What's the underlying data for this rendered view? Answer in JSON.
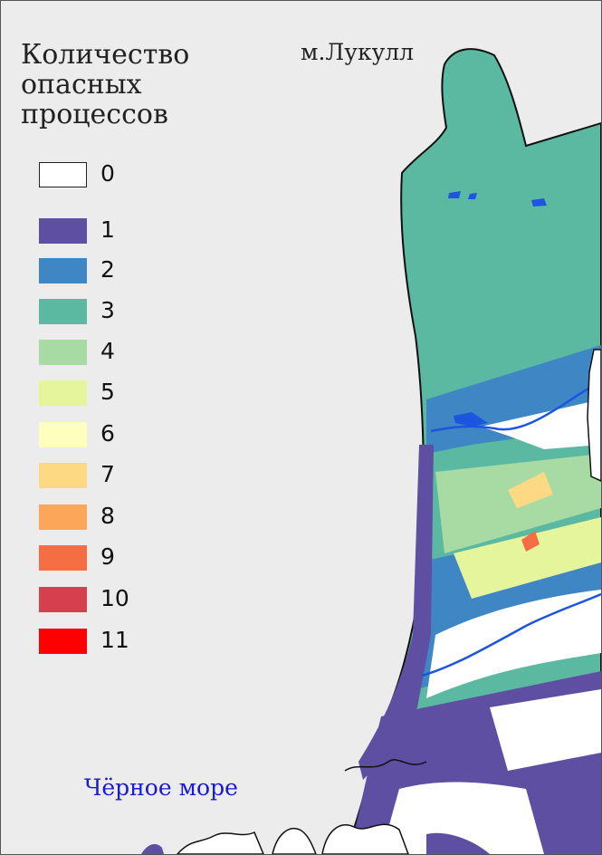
{
  "legend": {
    "title_lines": [
      "Количество",
      "опасных",
      "процессов"
    ],
    "classes": [
      {
        "label": "0",
        "color": "#ffffff"
      },
      {
        "label": "1",
        "color": "#5e4fa2"
      },
      {
        "label": "2",
        "color": "#3e87c4"
      },
      {
        "label": "3",
        "color": "#5ab9a0"
      },
      {
        "label": "4",
        "color": "#a8dba4"
      },
      {
        "label": "5",
        "color": "#e5f59c"
      },
      {
        "label": "6",
        "color": "#fefebe"
      },
      {
        "label": "7",
        "color": "#fdd983"
      },
      {
        "label": "8",
        "color": "#fca65a"
      },
      {
        "label": "9",
        "color": "#f46d43"
      },
      {
        "label": "10",
        "color": "#d6404e"
      },
      {
        "label": "11",
        "color": "#ff0000"
      }
    ]
  },
  "labels": {
    "cape": "м.Лукулл",
    "sea": "Чёрное море"
  },
  "colors": {
    "sea_background": "#ececec",
    "river": "#1c55e0",
    "outline": "#111111",
    "sea_label": "#1a1ad0"
  }
}
